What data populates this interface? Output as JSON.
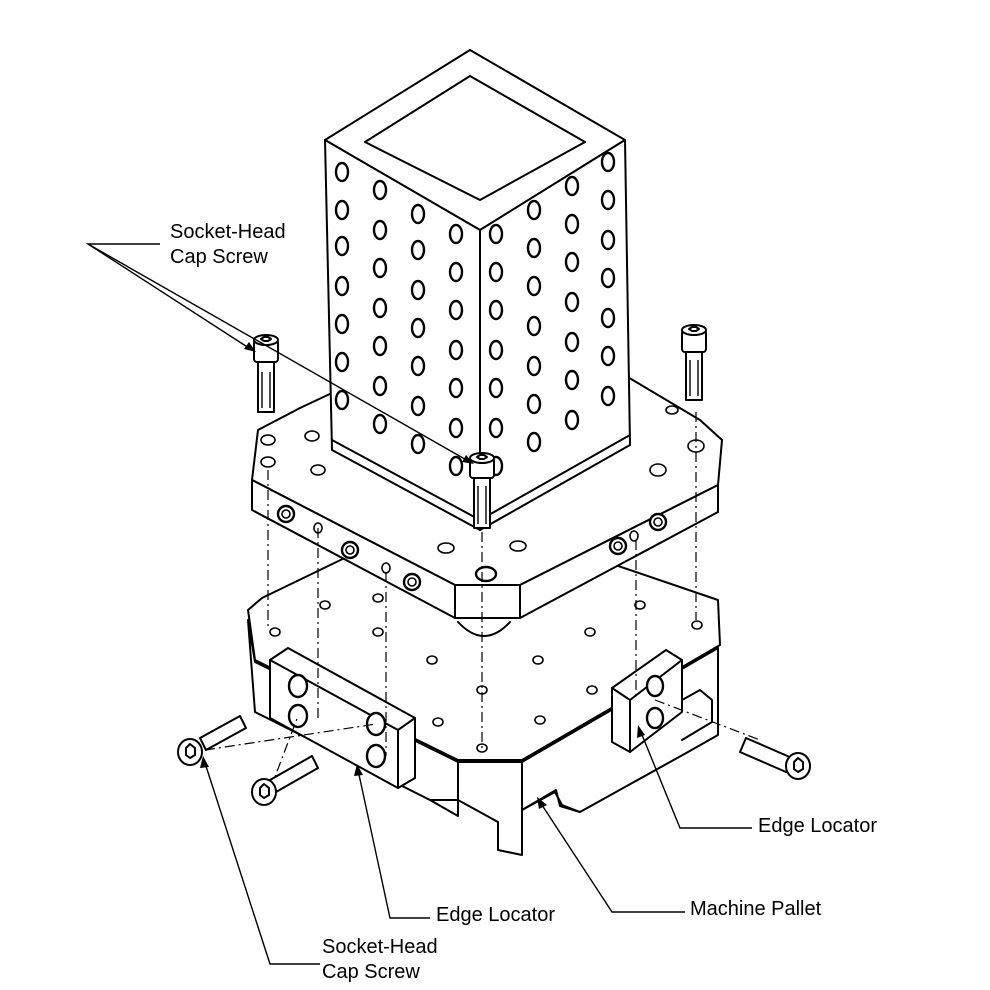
{
  "labels": {
    "screw_top": [
      "Socket-Head",
      "Cap Screw"
    ],
    "screw_bottom": [
      "Socket-Head",
      "Cap Screw"
    ],
    "edge_locator_right": "Edge Locator",
    "edge_locator_bottom": "Edge Locator",
    "machine_pallet": "Machine Pallet"
  },
  "icons": [
    "socket-head-cap-screw-icon",
    "tooling-tower-icon",
    "subplate-icon",
    "machine-pallet-icon",
    "edge-locator-icon"
  ]
}
